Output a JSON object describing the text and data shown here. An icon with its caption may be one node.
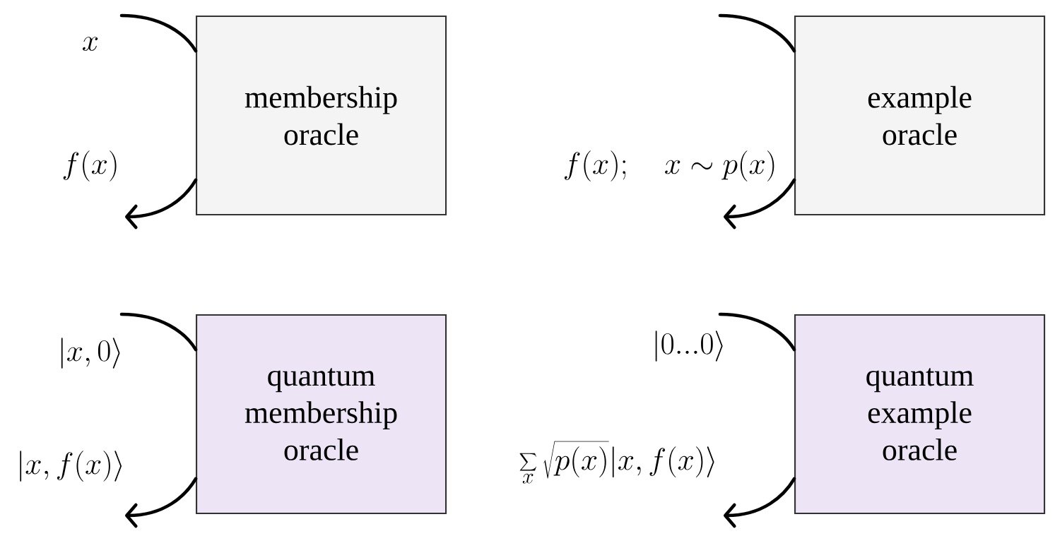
{
  "diagram": {
    "nodes": [
      {
        "text": [
          "membership oracle"
        ]
      },
      {
        "text": [
          "example oracle"
        ]
      },
      {
        "text": [
          "quantum membership oracle"
        ]
      },
      {
        "text": [
          "quantum example oracle"
        ]
      }
    ],
    "edges": [
      {
        "from": null,
        "to": 0,
        "arrow": "none",
        "label": "x"
      },
      {
        "from": 0,
        "to": null,
        "arrow": "to",
        "label": "f(x)"
      },
      {
        "from": null,
        "to": 1,
        "arrow": "none"
      },
      {
        "from": 1,
        "to": null,
        "arrow": "to",
        "label": "f(x);\\quad x\\sim p(x)"
      },
      {
        "from": null,
        "to": 2,
        "arrow": "none",
        "label": "|x,0\\rangle"
      },
      {
        "from": 2,
        "to": null,
        "arrow": "to",
        "label": "|x,f(x)\\rangle"
      },
      {
        "from": null,
        "to": 3,
        "arrow": "none",
        "label": "|0...0\\rangle"
      },
      {
        "from": 3,
        "to": null,
        "arrow": "to",
        "label": "\\sum_x \\sqrt{p(x)}|x,f(x)\\rangle"
      }
    ]
  }
}
